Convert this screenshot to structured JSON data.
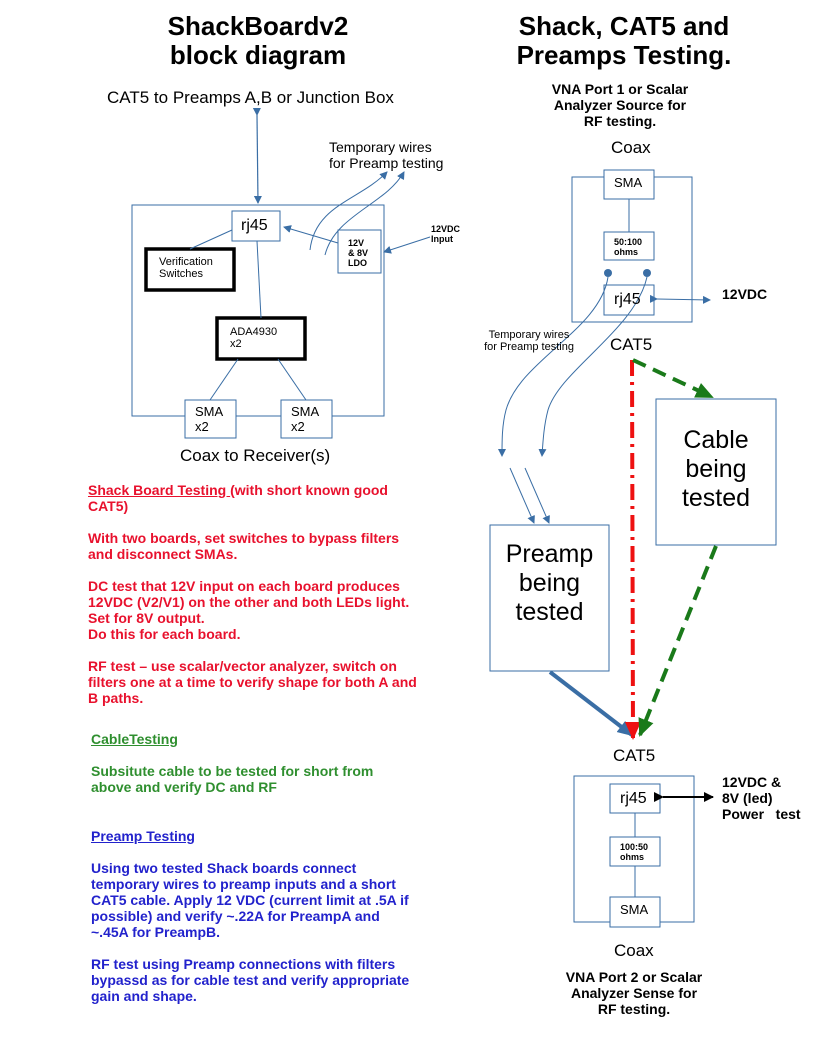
{
  "left": {
    "title_line1": "ShackBoardv2",
    "title_line2": "block diagram",
    "cat5_top": "CAT5 to Preamps A,B or Junction Box",
    "temp_wires_line1": "Temporary wires",
    "temp_wires_line2": "for Preamp testing",
    "vdc_input_line1": "12VDC",
    "vdc_input_line2": "Input",
    "rj45": "rj45",
    "ldo_line1": "12V",
    "ldo_line2": "& 8V",
    "ldo_line3": "LDO",
    "switches_line1": "Verification",
    "switches_line2": "Switches",
    "ada_line1": "ADA4930",
    "ada_line2": "x2",
    "sma1_line1": "SMA",
    "sma1_line2": "x2",
    "sma2_line1": "SMA",
    "sma2_line2": "x2",
    "coax_bottom": "Coax to Receiver(s)"
  },
  "right": {
    "title_line1": "Shack, CAT5 and",
    "title_line2": "Preamps Testing.",
    "vna1_line1": "VNA Port 1 or Scalar",
    "vna1_line2": "Analyzer  Source for",
    "vna1_line3": "RF testing.",
    "coax_top": "Coax",
    "sma_top": "SMA",
    "balun_top_line1": "50:100",
    "balun_top_line2": "ohms",
    "rj45_top": "rj45",
    "vdc_top": "12VDC",
    "cat5_top": "CAT5",
    "temp_wires_line1": "Temporary wires",
    "temp_wires_line2": "for Preamp testing",
    "cable_line1": "Cable",
    "cable_line2": "being",
    "cable_line3": "tested",
    "preamp_line1": "Preamp",
    "preamp_line2": "being",
    "preamp_line3": "tested",
    "cat5_bottom": "CAT5",
    "rj45_bottom": "rj45",
    "power_line1": "12VDC &",
    "power_line2": "8V (led)",
    "power_line3": "Power   test",
    "balun_bottom_line1": "100:50",
    "balun_bottom_line2": "ohms",
    "sma_bottom": "SMA",
    "coax_bottom": "Coax",
    "vna2_line1": "VNA Port 2 or Scalar",
    "vna2_line2": "Analyzer  Sense for",
    "vna2_line3": "RF testing."
  },
  "notes": {
    "shack_heading": "Shack Board Testing ",
    "shack_heading_rest": "(with short  known good CAT5)",
    "shack_p1": "With two boards, set switches to bypass filters and disconnect SMAs.",
    "shack_p2_l1": "DC test that 12V input on each board produces 12VDC (V2/V1) on the other and both  LEDs light. Set for 8V output.",
    "shack_p2_l2": "Do this for each board.",
    "shack_p3": "RF test – use scalar/vector analyzer, switch on filters one at a time to verify shape for both A and B paths.",
    "cable_heading": "CableTesting",
    "cable_p1": "Subsitute cable to be tested for short from above and verify DC and RF",
    "preamp_heading": "Preamp Testing",
    "preamp_p1": "Using two tested Shack boards connect temporary wires to preamp inputs and a short CAT5 cable. Apply 12 VDC (current limit at .5A if possible) and verify ~.22A for PreampA and ~.45A for PreampB.",
    "preamp_p2": "RF test using Preamp connections with filters bypassd as for cable test and verify appropriate gain and shape."
  },
  "colors": {
    "line_blue": "#3a6ea5",
    "red_text": "#e8112d",
    "green_text": "#2f8f2f",
    "blue_text": "#2222cc",
    "dash_red": "#ee1111",
    "dash_green": "#1a7a1a"
  }
}
